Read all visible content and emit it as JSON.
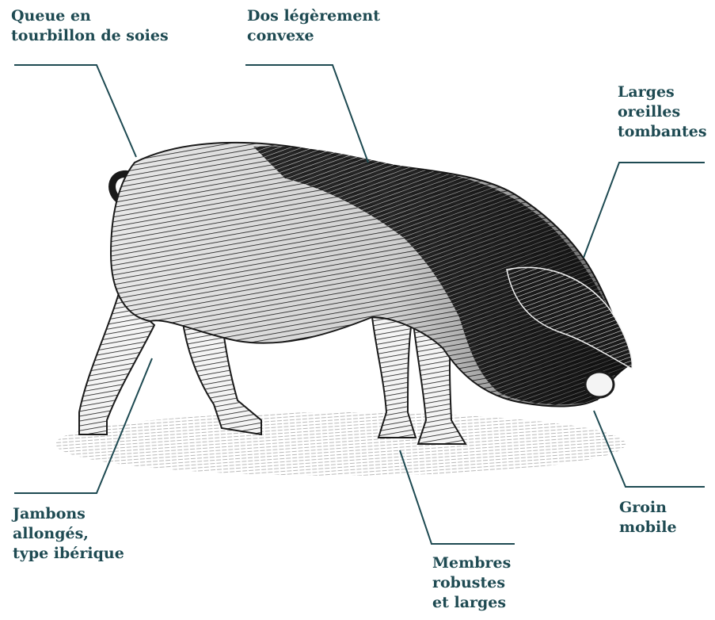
{
  "labels": {
    "tail": [
      "Queue en",
      "tourbillon de soies"
    ],
    "back": [
      "Dos légèrement",
      "convexe"
    ],
    "ears": [
      "Larges",
      "oreilles",
      "tombantes"
    ],
    "hams": [
      "Jambons",
      "allongés,",
      "type ibérique"
    ],
    "limbs": [
      "Membres",
      "robustes",
      "et larges"
    ],
    "snout": [
      "Groin",
      "mobile"
    ]
  },
  "colors": {
    "ink": "#1e4a52",
    "leader": "#1e4a52",
    "body_dark": "#1a1a1a",
    "body_light": "#f2f2f2",
    "ground": "#b8b8b8"
  },
  "icons": {
    "illustration": "pig-engraving"
  }
}
